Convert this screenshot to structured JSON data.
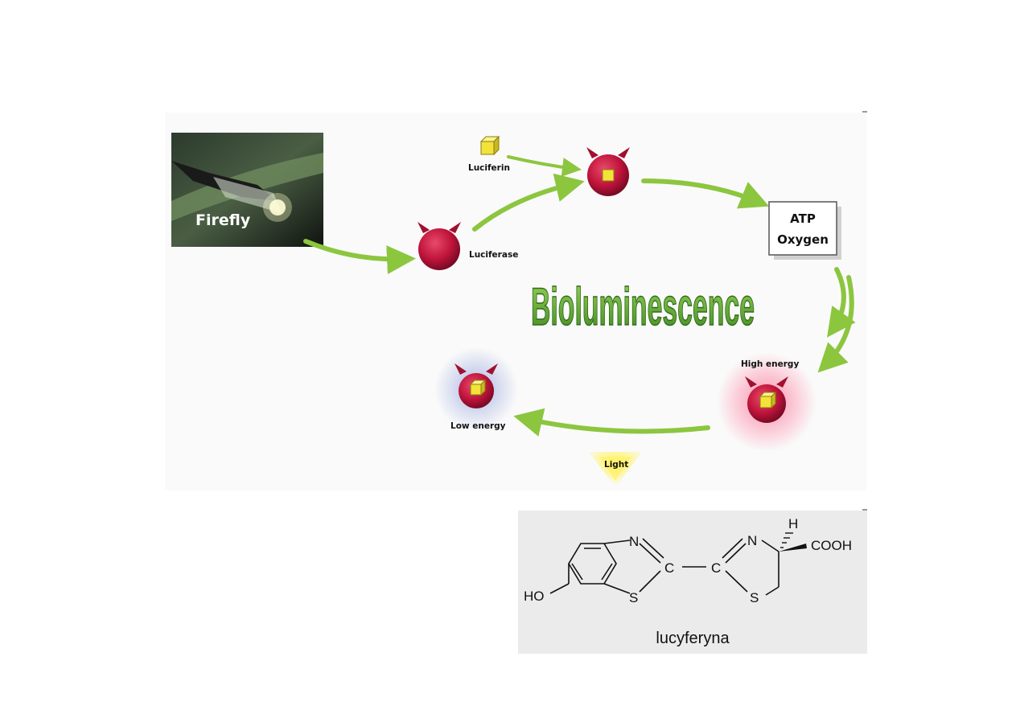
{
  "diagram": {
    "title": "Bioluminescence",
    "firefly_label": "Firefly",
    "luciferin_label": "Luciferin",
    "luciferase_label": "Luciferase",
    "atp_label": "ATP",
    "oxygen_label": "Oxygen",
    "high_energy_label": "High energy",
    "low_energy_label": "Low energy",
    "light_label": "Light"
  },
  "structure": {
    "name": "lucyferyna",
    "atom_n1": "N",
    "atom_s1": "S",
    "atom_c1": "C",
    "atom_c2": "C",
    "atom_n2": "N",
    "atom_s2": "S",
    "atom_h": "H",
    "group_ho": "HO",
    "group_cooh": "COOH"
  },
  "colors": {
    "enzyme": "#c0143c",
    "substrate": "#f2e23a",
    "arrow": "#8cc63f",
    "title_green": "#5aa02c"
  }
}
